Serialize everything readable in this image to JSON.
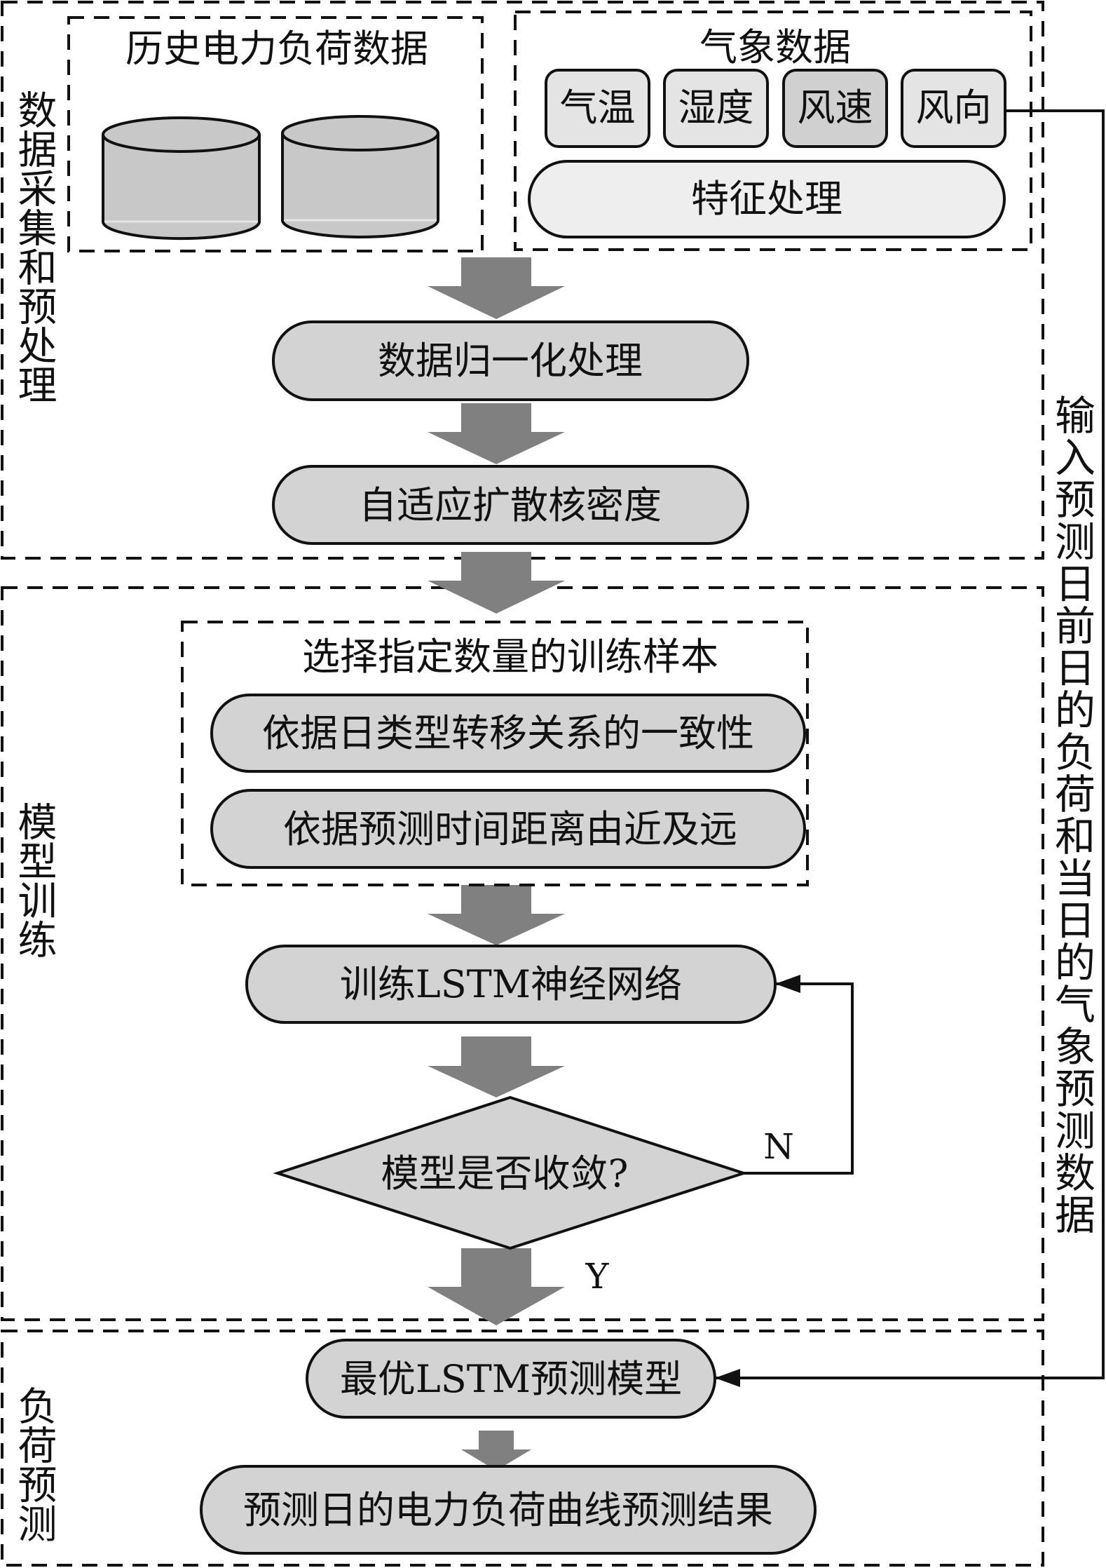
{
  "sections": {
    "data_preprocessing": "数据采集和预处理",
    "model_training": "模型训练",
    "load_forecasting": "负荷预测"
  },
  "history": {
    "title": "历史电力负荷数据",
    "icons": [
      "database-icon",
      "database-icon"
    ]
  },
  "weather": {
    "title": "气象数据",
    "features": [
      {
        "label": "气温",
        "fill": "#e4e4e4"
      },
      {
        "label": "湿度",
        "fill": "#e4e4e4"
      },
      {
        "label": "风速",
        "fill": "#d0d0d0"
      },
      {
        "label": "风向",
        "fill": "#e4e4e4"
      }
    ],
    "processing": "特征处理"
  },
  "steps": {
    "normalize": "数据归一化处理",
    "kde": "自适应扩散核密度",
    "sample_group_title": "选择指定数量的训练样本",
    "sample_rule_1": "依据日类型转移关系的一致性",
    "sample_rule_2": "依据预测时间距离由近及远",
    "train": "训练LSTM神经网络",
    "decision": "模型是否收敛?",
    "decision_no": "N",
    "decision_yes": "Y",
    "best_model": "最优LSTM预测模型",
    "result": "预测日的电力负荷曲线预测结果"
  },
  "side_input_label": "输入预测日前日的负荷和当日的气象预测数据",
  "colors": {
    "node_fill": "#d3d3d3",
    "processing_fill": "#eeeeee",
    "cylinder_fill": "#c8c8c8",
    "arrow_fill": "#808080",
    "stroke": "#111111"
  }
}
